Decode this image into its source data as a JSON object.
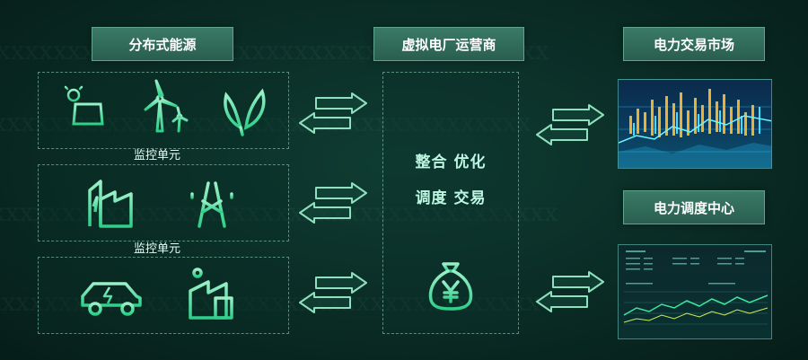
{
  "left_title": "分布式能源",
  "center_title": "虚拟电厂运营商",
  "market_title": "电力交易市场",
  "dispatch_title": "电力调度中心",
  "monitor_label_1": "监控单元",
  "monitor_label_2": "监控单元",
  "center_line1": "整合 优化",
  "center_line2": "调度 交易",
  "colors": {
    "accent": "#3ee6a0",
    "title_bg": "#2f6a58",
    "background": "#0a2c25"
  },
  "icons": {
    "group1": [
      "solar-panel-icon",
      "wind-turbine-icon",
      "leaf-energy-icon"
    ],
    "group2": [
      "factory-icon",
      "power-tower-icon"
    ],
    "group3": [
      "electric-car-icon",
      "building-icon"
    ],
    "center": "money-bag-icon"
  }
}
